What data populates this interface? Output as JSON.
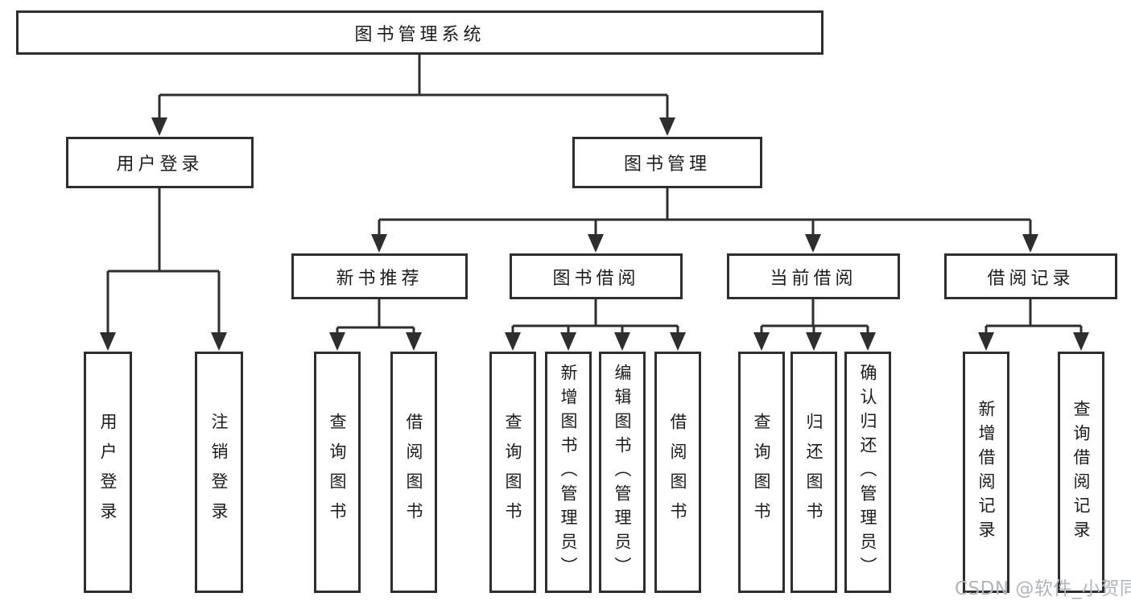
{
  "diagram": {
    "root": "图书管理系统",
    "children": [
      {
        "label": "用户登录",
        "children": [
          "用户登录",
          "注销登录"
        ]
      },
      {
        "label": "图书管理",
        "children": [
          {
            "label": "新书推荐",
            "children": [
              "查询图书",
              "借阅图书"
            ]
          },
          {
            "label": "图书借阅",
            "children": [
              "查询图书",
              "新增图书（管理员）",
              "编辑图书（管理员）",
              "借阅图书"
            ]
          },
          {
            "label": "当前借阅",
            "children": [
              "查询图书",
              "归还图书",
              "确认归还（管理员）"
            ]
          },
          {
            "label": "借阅记录",
            "children": [
              "新增借阅记录",
              "查询借阅记录"
            ]
          }
        ]
      }
    ]
  },
  "watermark": "CSDN @软件_小贺同学",
  "colors": {
    "line": "#2e2e2e",
    "text": "#1c1c1c",
    "watermark": "#b1b5bc",
    "background": "#ffffff"
  }
}
